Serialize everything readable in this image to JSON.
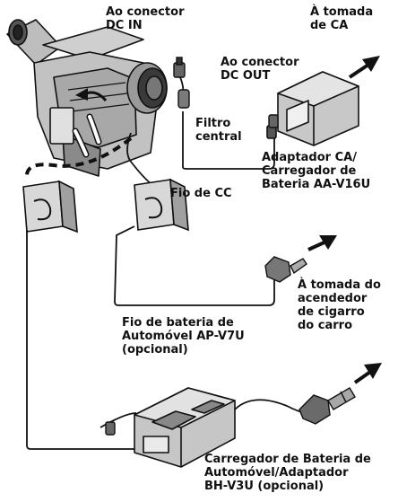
{
  "labels": {
    "dc_in": [
      "Ao conector",
      "DC IN"
    ],
    "ac_outlet": [
      "À tomada",
      "de CA"
    ],
    "dc_out": [
      "Ao conector",
      "DC OUT"
    ],
    "filter": [
      "Filtro",
      "central"
    ],
    "ac_adapter": [
      "Adaptador CA/",
      "Carregador de",
      "Bateria AA-V16U"
    ],
    "dc_cord": [
      "Fio de CC"
    ],
    "cigarette": [
      "À tomada do",
      "acendedor",
      "de cigarro",
      "do carro"
    ],
    "car_cord": [
      "Fio de bateria de",
      "Automóvel AP-V7U",
      "(opcional)"
    ],
    "car_charger": [
      "Carregador de Bateria de",
      "Automóvel/Adaptador",
      "BH-V3U (opcional)"
    ]
  },
  "colors": {
    "line": "#111111",
    "device_fill": "#bfbfbf",
    "device_dark": "#6e6e6e",
    "panel": "#e6e6e6"
  }
}
